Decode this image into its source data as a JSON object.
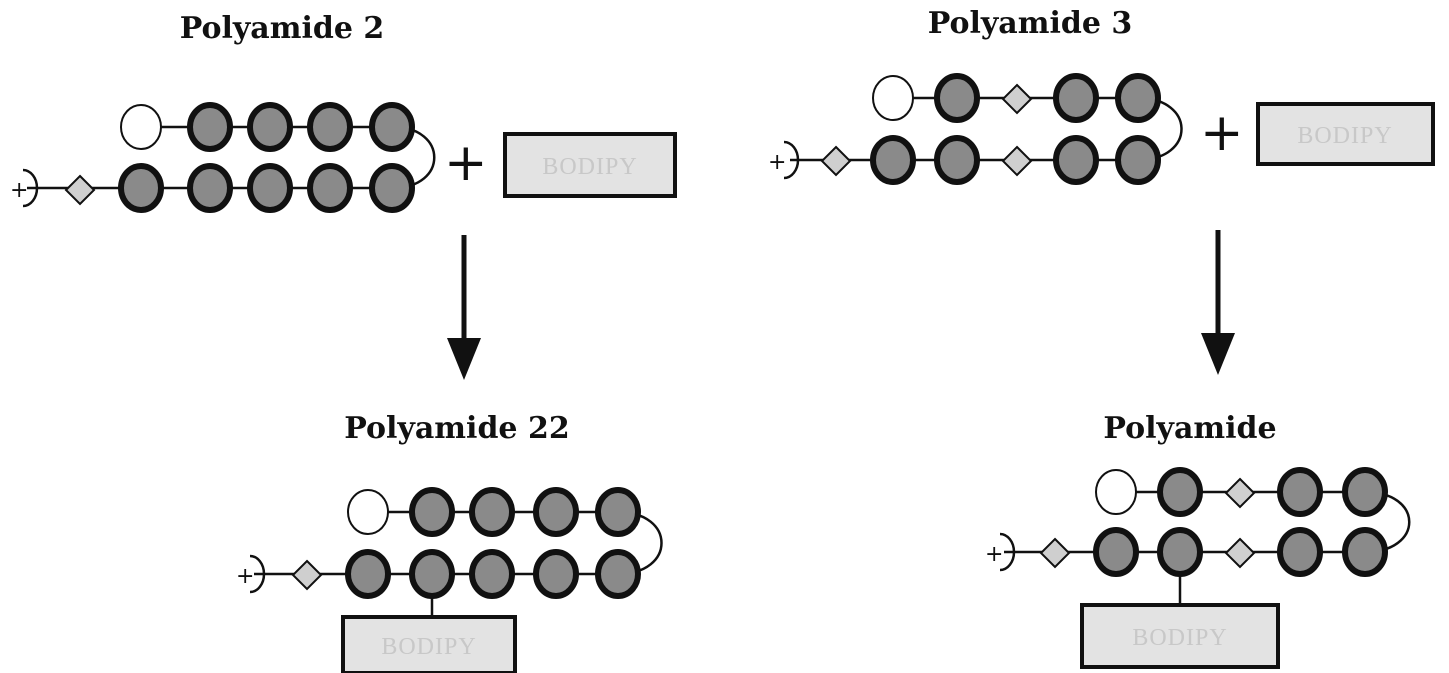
{
  "panels": {
    "top_left": {
      "title": "Polyamide 2",
      "dye": "BODIPY"
    },
    "top_right": {
      "title": "Polyamide 3",
      "dye": "BODIPY"
    },
    "bottom_left": {
      "title": "Polyamide 22",
      "dye": "BODIPY"
    },
    "bottom_right": {
      "title": "Polyamide",
      "dye": "BODIPY"
    }
  },
  "symbols": {
    "plus": "+",
    "cation": "+"
  },
  "legend_icons": [
    "dark-ring-icon",
    "light-ring-icon",
    "diamond-icon",
    "arrow-down-icon"
  ]
}
